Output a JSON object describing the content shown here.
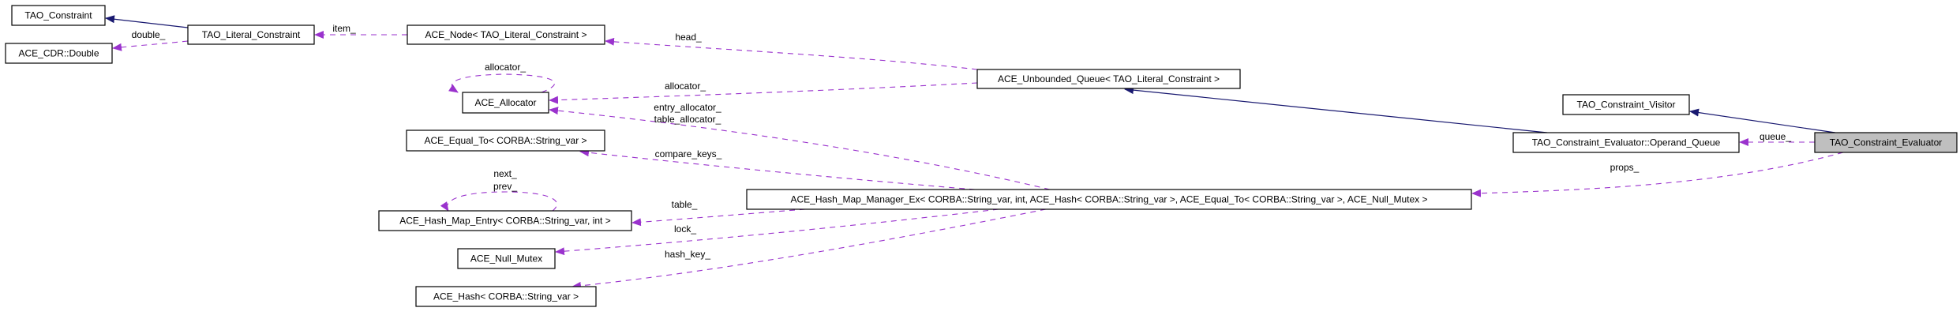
{
  "nodes": {
    "tao_constraint": "TAO_Constraint",
    "tao_literal_constraint": "TAO_Literal_Constraint",
    "ace_cdr_double": "ACE_CDR::Double",
    "ace_node": "ACE_Node< TAO_Literal_Constraint >",
    "ace_allocator": "ACE_Allocator",
    "ace_equal_to": "ACE_Equal_To< CORBA::String_var >",
    "ace_hash_map_entry": "ACE_Hash_Map_Entry< CORBA::String_var, int >",
    "ace_null_mutex": "ACE_Null_Mutex",
    "ace_hash": "ACE_Hash< CORBA::String_var >",
    "ace_unbounded_queue": "ACE_Unbounded_Queue< TAO_Literal_Constraint >",
    "ace_hash_map_manager_ex": "ACE_Hash_Map_Manager_Ex< CORBA::String_var, int, ACE_Hash< CORBA::String_var >, ACE_Equal_To< CORBA::String_var >, ACE_Null_Mutex >",
    "tao_constraint_visitor": "TAO_Constraint_Visitor",
    "operand_queue": "TAO_Constraint_Evaluator::Operand_Queue",
    "tao_constraint_evaluator": "TAO_Constraint_Evaluator"
  },
  "edge_labels": {
    "double": "double_",
    "item": "item_",
    "head": "head_",
    "allocator_self": "allocator_",
    "allocator": "allocator_",
    "entry_allocator": "entry_allocator_",
    "table_allocator": "table_allocator_",
    "compare_keys": "compare_keys_",
    "next": "next_",
    "prev": "prev_",
    "table": "table_",
    "lock": "lock_",
    "hash_key": "hash_key_",
    "queue": "queue_",
    "props": "props_"
  },
  "colors": {
    "usage_edge": "#9a32cd",
    "inheritance_edge": "#191970",
    "highlight_node": "#bfbfbf"
  }
}
